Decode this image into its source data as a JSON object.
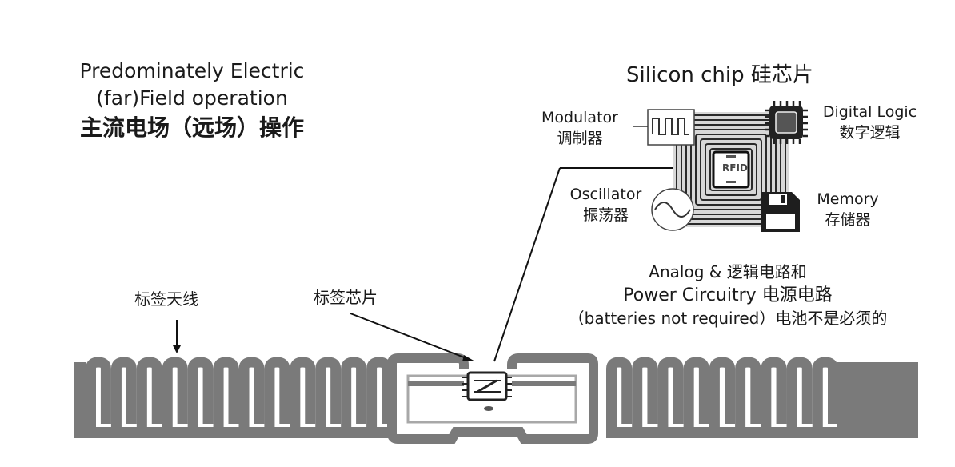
{
  "left_title": {
    "line1": "Predominately Electric",
    "line2": "(far)Field operation",
    "line3": "主流电场（远场）操作"
  },
  "chip_title": "Silicon chip 硅芯片",
  "components": {
    "modulator": {
      "en": "Modulator",
      "zh": "调制器",
      "icon": "square-wave-icon"
    },
    "digital_logic": {
      "en": "Digital Logic",
      "zh": "数字逻辑",
      "icon": "cpu-chip-icon"
    },
    "oscillator": {
      "en": "Oscillator",
      "zh": "振荡器",
      "icon": "sine-wave-icon"
    },
    "memory": {
      "en": "Memory",
      "zh": "存储器",
      "icon": "floppy-disk-icon"
    },
    "rfid_label": "RFID"
  },
  "analog": {
    "line1": "Analog & 逻辑电路和",
    "line2": "Power Circuitry 电源电路",
    "line3": "（batteries not required）电池不是必须的"
  },
  "tag_antenna_label": "标签天线",
  "tag_chip_label": "标签芯片",
  "colors": {
    "antenna": "#7a7a7a",
    "antenna_light": "#a8a8a8",
    "text": "#1a1a1a"
  }
}
